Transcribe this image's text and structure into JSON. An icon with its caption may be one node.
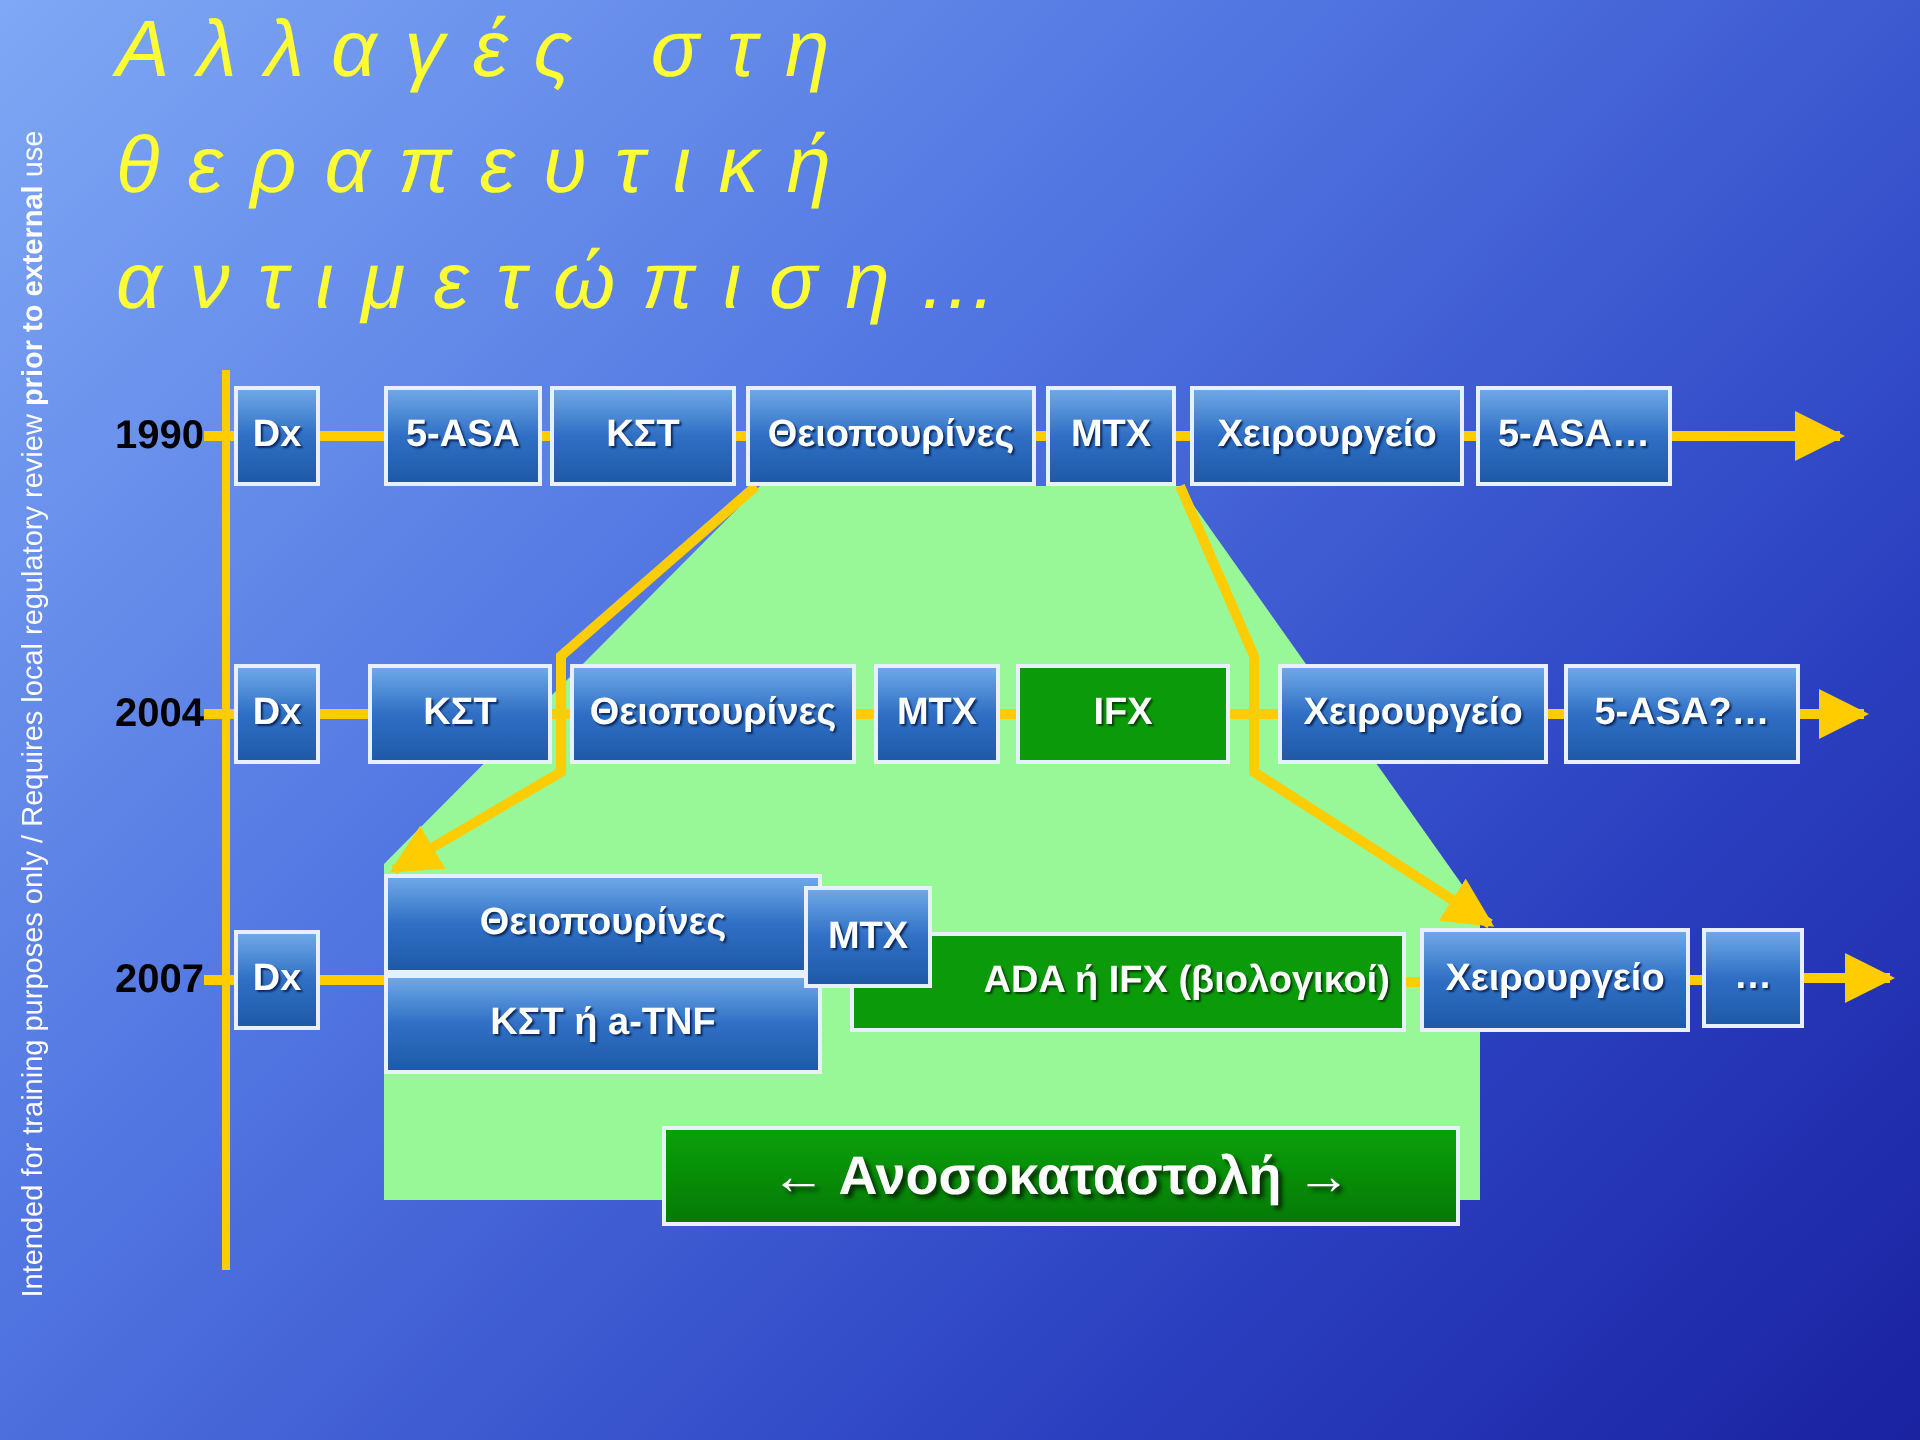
{
  "diagram": {
    "title": "Αλλαγές στη θεραπευτική αντιμετώπιση…",
    "nodes": [
      {
        "text": [
          "1990"
        ]
      },
      {
        "text": [
          "Dx"
        ]
      },
      {
        "text": [
          "5-ASA"
        ]
      },
      {
        "text": [
          "ΚΣΤ"
        ]
      },
      {
        "text": [
          "Θειοπουρίνες"
        ]
      },
      {
        "text": [
          "MTX"
        ]
      },
      {
        "text": [
          "Χειρουργείο"
        ]
      },
      {
        "text": [
          "5-ASA…"
        ]
      },
      {
        "text": [
          "2004"
        ]
      },
      {
        "text": [
          "Dx"
        ]
      },
      {
        "text": [
          "ΚΣΤ"
        ]
      },
      {
        "text": [
          "Θειοπουρίνες"
        ]
      },
      {
        "text": [
          "MTX"
        ]
      },
      {
        "text": [
          "IFX"
        ]
      },
      {
        "text": [
          "Χειρουργείο"
        ]
      },
      {
        "text": [
          "5-ASA?…"
        ]
      },
      {
        "text": [
          "2007"
        ]
      },
      {
        "text": [
          "Dx"
        ]
      },
      {
        "text": [
          "Θειοπουρίνες"
        ]
      },
      {
        "text": [
          "MTX"
        ]
      },
      {
        "text": [
          "ΚΣΤ ή a-TNF"
        ]
      },
      {
        "text": [
          "ADA ή IFX (βιολογικοί)"
        ]
      },
      {
        "text": [
          "Χειρουργείο"
        ]
      },
      {
        "text": [
          "…"
        ]
      },
      {
        "text": [
          "← Ανοσοκαταστολή →"
        ]
      }
    ],
    "edges": [
      {
        "from": 0,
        "to": 1,
        "arrow": "none"
      },
      {
        "from": 1,
        "to": 2,
        "arrow": "none"
      },
      {
        "from": 2,
        "to": 3,
        "arrow": "none"
      },
      {
        "from": 3,
        "to": 4,
        "arrow": "none"
      },
      {
        "from": 4,
        "to": 5,
        "arrow": "none"
      },
      {
        "from": 5,
        "to": 6,
        "arrow": "none"
      },
      {
        "from": 6,
        "to": 7,
        "arrow": "none"
      },
      {
        "from": 7,
        "to": null,
        "arrow": "to"
      },
      {
        "from": 8,
        "to": 9,
        "arrow": "none"
      },
      {
        "from": 9,
        "to": 10,
        "arrow": "none"
      },
      {
        "from": 10,
        "to": 11,
        "arrow": "none"
      },
      {
        "from": 11,
        "to": 12,
        "arrow": "none"
      },
      {
        "from": 12,
        "to": 13,
        "arrow": "none"
      },
      {
        "from": 13,
        "to": 14,
        "arrow": "none"
      },
      {
        "from": 14,
        "to": 15,
        "arrow": "none"
      },
      {
        "from": 15,
        "to": null,
        "arrow": "to"
      },
      {
        "from": 16,
        "to": 17,
        "arrow": "none"
      },
      {
        "from": 17,
        "to": 18,
        "arrow": "none"
      },
      {
        "from": 21,
        "to": 22,
        "arrow": "none"
      },
      {
        "from": 22,
        "to": 23,
        "arrow": "none"
      },
      {
        "from": 23,
        "to": null,
        "arrow": "to"
      },
      {
        "from": 4,
        "to": 18,
        "arrow": "to"
      },
      {
        "from": 5,
        "to": 22,
        "arrow": "to"
      }
    ],
    "labels": [
      "Intended for training purposes only / Requires local regulatory review **prior to external** use"
    ]
  }
}
